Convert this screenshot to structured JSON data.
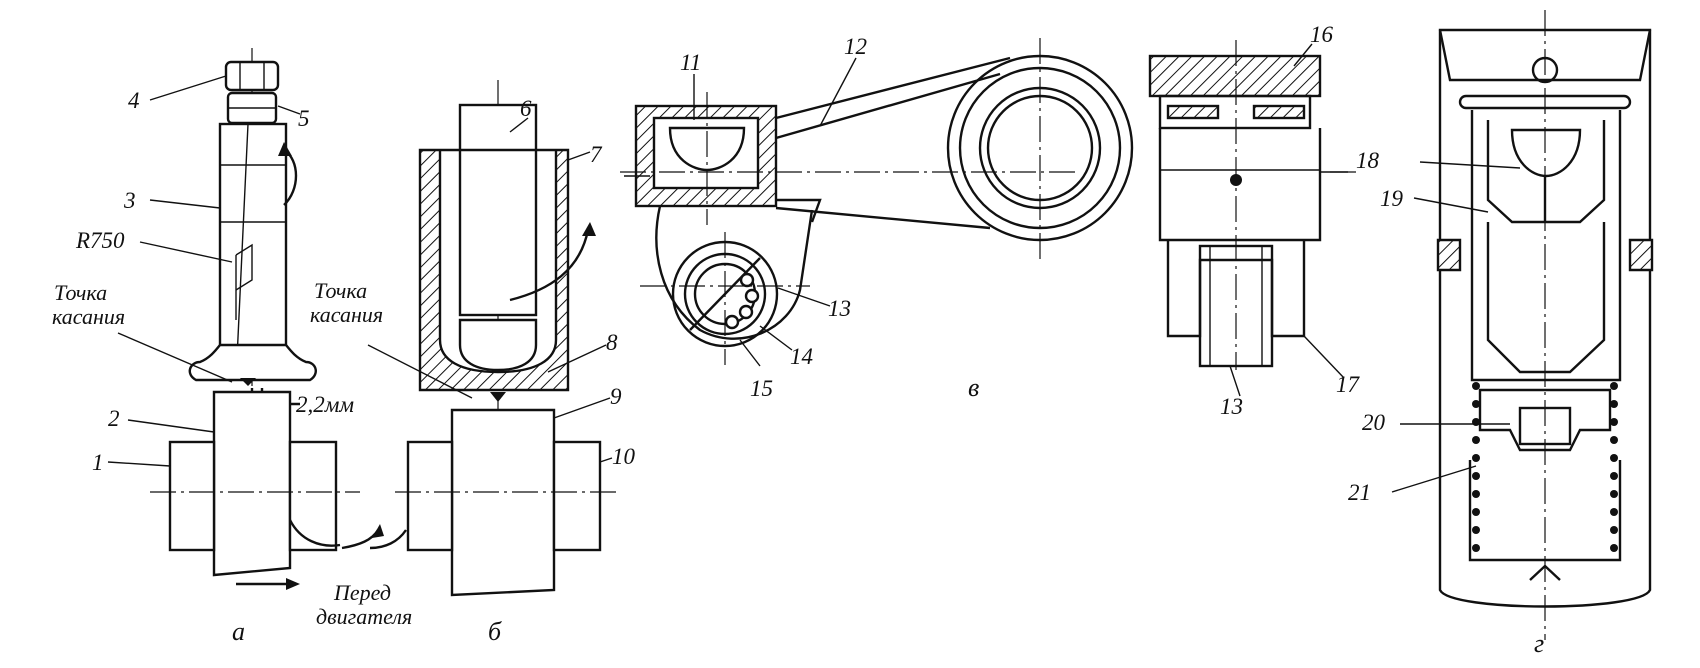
{
  "labels": {
    "n1": "1",
    "n2": "2",
    "n3": "3",
    "n4": "4",
    "n5": "5",
    "n6": "6",
    "n7": "7",
    "n8": "8",
    "n9": "9",
    "n10": "10",
    "n11": "11",
    "n12": "12",
    "n13a": "13",
    "n13b": "13",
    "n14": "14",
    "n15": "15",
    "n16": "16",
    "n17": "17",
    "n18": "18",
    "n19": "19",
    "n20": "20",
    "n21": "21",
    "r750": "R750",
    "contact_a_1": "Точка",
    "contact_a_2": "касания",
    "contact_b_1": "Точка",
    "contact_b_2": "касания",
    "gap": "2,2мм",
    "front_1": "Перед",
    "front_2": "двигателя"
  },
  "figures": {
    "a": "а",
    "b": "б",
    "v": "в",
    "g": "г"
  }
}
